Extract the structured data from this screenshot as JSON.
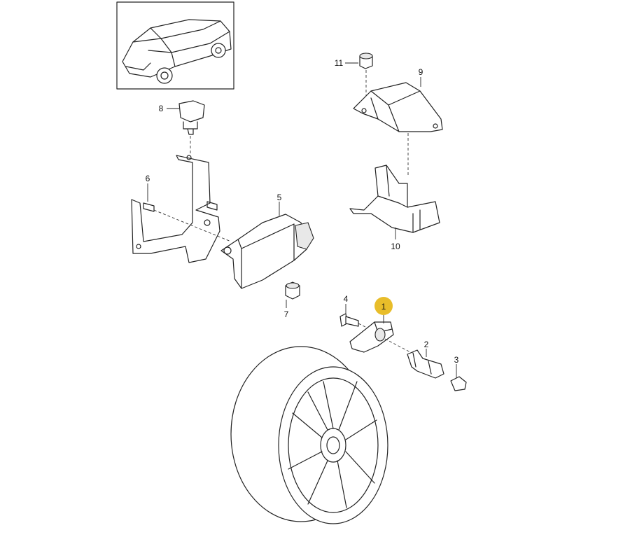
{
  "diagram": {
    "highlight_color": "#e8bd2a",
    "callouts": [
      {
        "number": "1",
        "highlighted": true
      },
      {
        "number": "2"
      },
      {
        "number": "3"
      },
      {
        "number": "4"
      },
      {
        "number": "5"
      },
      {
        "number": "6"
      },
      {
        "number": "7"
      },
      {
        "number": "8"
      },
      {
        "number": "9"
      },
      {
        "number": "10"
      },
      {
        "number": "11"
      }
    ]
  }
}
